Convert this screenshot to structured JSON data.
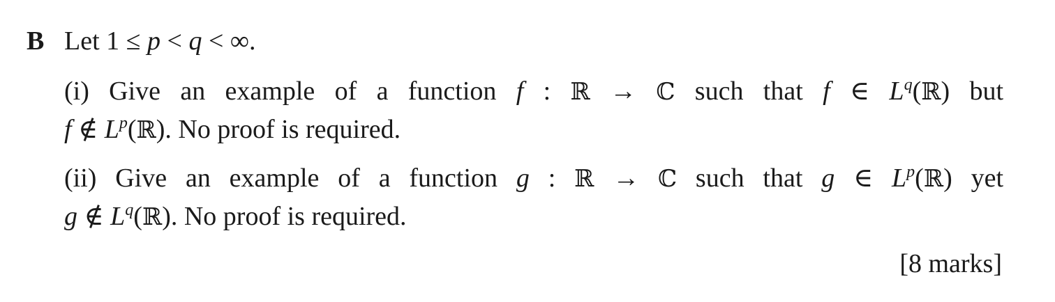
{
  "question": {
    "label": "B",
    "intro_text": "Let 1 ≤ p < q < ∞.",
    "parts": [
      {
        "label": "(i)",
        "line1": "(i) Give an example of a function f : ℝ → ℂ such that f ∈ Lq(ℝ) but",
        "line2": "f ∉ Lp(ℝ). No proof is required."
      },
      {
        "label": "(ii)",
        "line1": "(ii) Give an example of a function g : ℝ → ℂ such that g ∈ Lp(ℝ) yet",
        "line2": "g ∉ Lq(ℝ). No proof is required."
      }
    ],
    "marks": "[8 marks]"
  }
}
